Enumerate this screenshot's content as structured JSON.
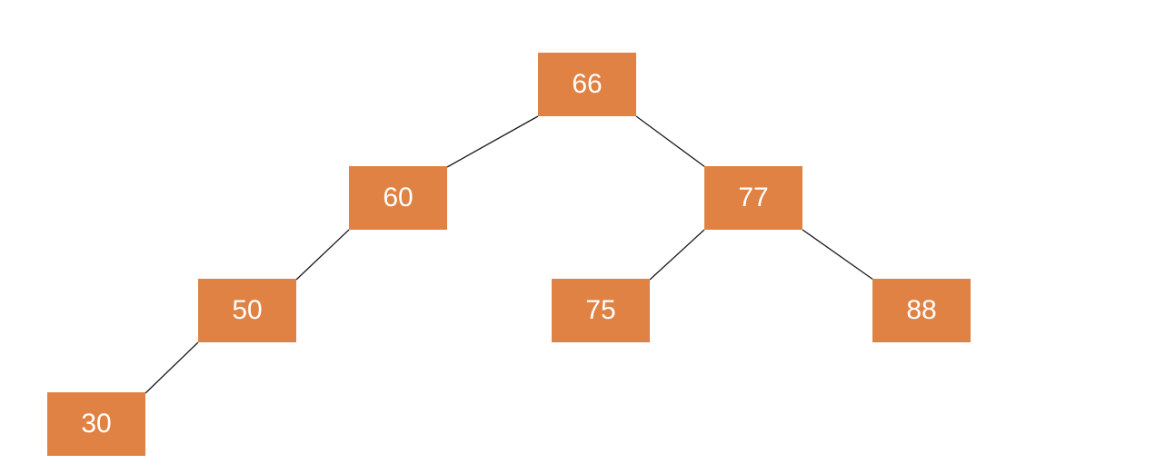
{
  "tree": {
    "nodes": [
      {
        "id": "66",
        "label": "66"
      },
      {
        "id": "60",
        "label": "60"
      },
      {
        "id": "77",
        "label": "77"
      },
      {
        "id": "50",
        "label": "50"
      },
      {
        "id": "75",
        "label": "75"
      },
      {
        "id": "88",
        "label": "88"
      },
      {
        "id": "30",
        "label": "30"
      }
    ],
    "edges": [
      {
        "from": "66",
        "to": "60"
      },
      {
        "from": "66",
        "to": "77"
      },
      {
        "from": "60",
        "to": "50"
      },
      {
        "from": "77",
        "to": "75"
      },
      {
        "from": "77",
        "to": "88"
      },
      {
        "from": "50",
        "to": "30"
      }
    ],
    "colors": {
      "node_fill": "#e08244",
      "node_text": "#ffffff",
      "edge": "#1a1a1a"
    }
  }
}
